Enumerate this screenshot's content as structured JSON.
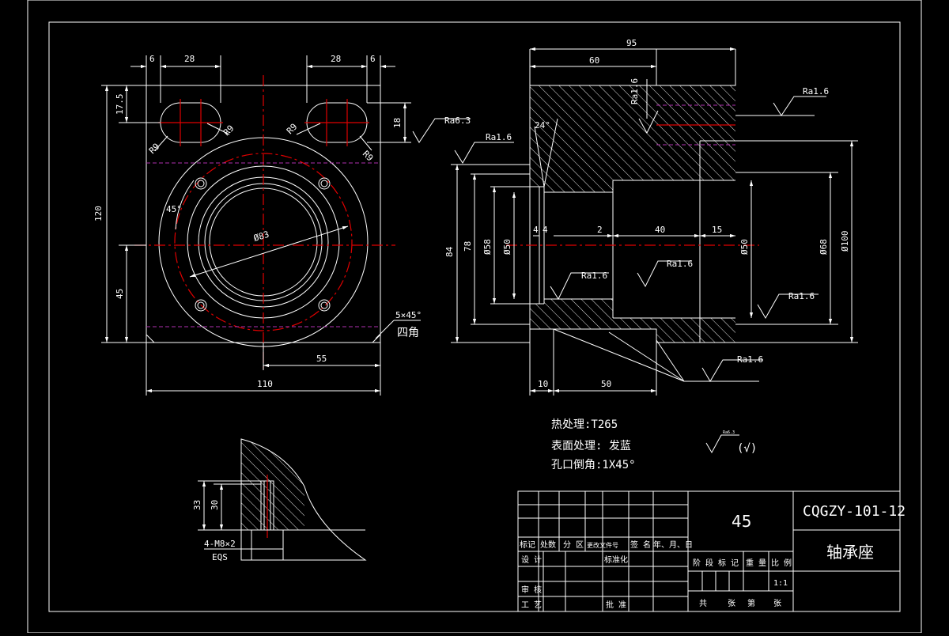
{
  "dims_front": {
    "d_6a": "6",
    "d_28a": "28",
    "d_28b": "28",
    "d_6b": "6",
    "d_17_5": "17.5",
    "d_18": "18",
    "d_120": "120",
    "d_45": "45",
    "d_55": "55",
    "d_110": "110",
    "r9a": "R9",
    "r9b": "R9",
    "r9c": "R9",
    "r9d": "R9",
    "ang45": "45°",
    "dia83": "Ø83",
    "ra63": "Ra6.3",
    "chamfer": "5×45°",
    "chamfer_note": "四角"
  },
  "dims_section": {
    "d_95": "95",
    "d_60": "60",
    "d_84": "84",
    "d_78": "78",
    "d_o58": "Ø58",
    "d_o50a": "Ø50",
    "d_4a": "4",
    "d_4b": "4",
    "d_2": "2",
    "d_40": "40",
    "d_15": "15",
    "d_o50b": "Ø50",
    "d_o68": "Ø68",
    "d_o100": "Ø100",
    "d_10": "10",
    "d_50": "50",
    "ang24": "24°",
    "ra16_top_v": "Ra1.6",
    "ra16_right_top": "Ra1.6",
    "ra16_left": "Ra1.6",
    "ra16_mid": "Ra1.6",
    "ra16_inner": "Ra1.6",
    "ra16_right": "Ra1.6",
    "ra16_bottom": "Ra1.6"
  },
  "dims_detail": {
    "d_33": "33",
    "d_30": "30",
    "thread": "4-M8×2",
    "eqs": "EQS"
  },
  "notes": {
    "heat": "热处理:T265",
    "surface": "表面处理: 发蓝",
    "chamfer": "孔口倒角:1X45°",
    "rough_sym": "Ra6.3",
    "rough_paren": "(√)"
  },
  "title_block": {
    "material": "45",
    "drawing_no": "CQGZY-101-12",
    "part_name": "轴承座",
    "hdr_1": "标记",
    "hdr_2": "处数",
    "hdr_3": "分 区",
    "hdr_4": "更改文件号",
    "hdr_5": "签 名",
    "hdr_6": "年、月、日",
    "design": "设 计",
    "standard": "标准化",
    "review": "审 核",
    "process": "工 艺",
    "approve": "批 准",
    "stage": "阶 段 标 记",
    "weight": "重 量",
    "scale_lbl": "比 例",
    "scale": "1:1",
    "total": "共",
    "sheets": "张",
    "page": "第",
    "sheets2": "张"
  }
}
